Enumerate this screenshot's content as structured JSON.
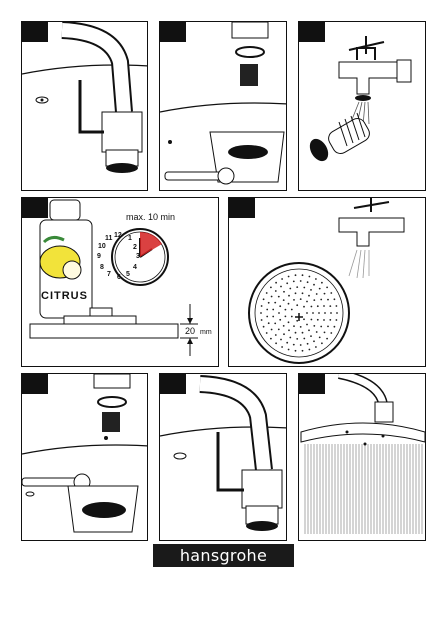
{
  "panels": [
    {
      "id": "1",
      "step": ""
    },
    {
      "id": "2",
      "step": ""
    },
    {
      "id": "3",
      "step": ""
    },
    {
      "id": "4",
      "step": ""
    },
    {
      "id": "5",
      "step": ""
    },
    {
      "id": "6",
      "step": ""
    },
    {
      "id": "7",
      "step": ""
    },
    {
      "id": "8",
      "step": ""
    }
  ],
  "cleaning": {
    "bottle_label": "CITRUS",
    "time_label": "max. 10 min",
    "depth_label": "20",
    "depth_unit": "mm",
    "clock_numbers": [
      "12",
      "1",
      "2",
      "3",
      "4",
      "5",
      "6",
      "7",
      "8",
      "9",
      "10",
      "11"
    ]
  },
  "brand": {
    "logo_text": "hansgrohe"
  },
  "colors": {
    "ink": "#111111",
    "lemon": "#f2e33a",
    "clock_red": "#d42020",
    "logo_bg": "#1a1a1a"
  }
}
